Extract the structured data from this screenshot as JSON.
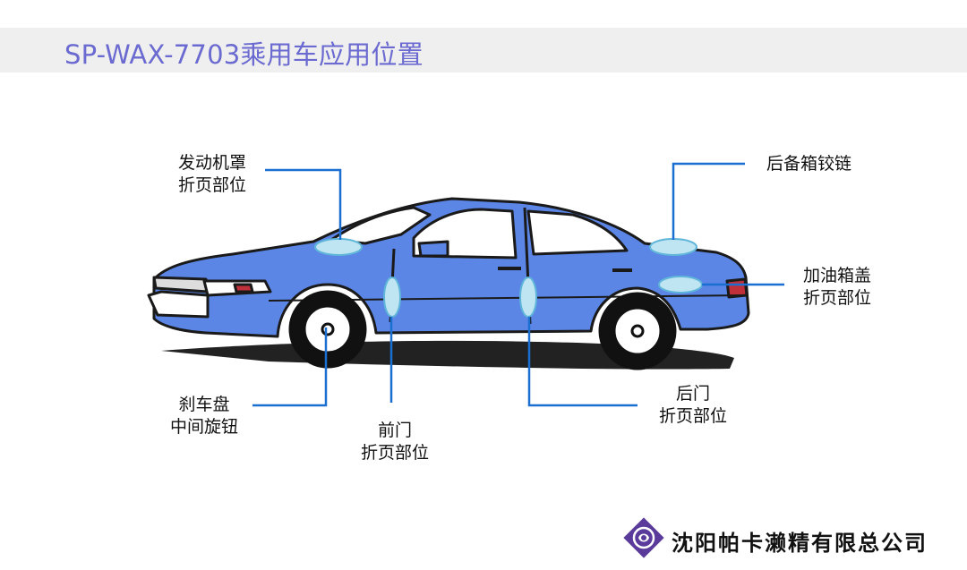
{
  "title": "SP-WAX-7703乘用车应用位置",
  "callouts": {
    "hood_hinge": {
      "line1": "发动机罩",
      "line2": "折页部位"
    },
    "trunk_hinge": {
      "line1": "后备箱铰链"
    },
    "fuel_cap_hinge": {
      "line1": "加油箱盖",
      "line2": "折页部位"
    },
    "brake_disc_knob": {
      "line1": "刹车盘",
      "line2": "中间旋钮"
    },
    "front_door_hinge": {
      "line1": "前门",
      "line2": "折页部位"
    },
    "rear_door_hinge": {
      "line1": "后门",
      "line2": "折页部位"
    }
  },
  "footer": {
    "company": "沈阳帕卡濑精有限总公司"
  },
  "colors": {
    "title": "#6a6ad0",
    "car_body": "#5b86e6",
    "highlight": "#bfe4f2",
    "callout_line": "#1a6fd1",
    "logo": "#5a3a9a"
  }
}
